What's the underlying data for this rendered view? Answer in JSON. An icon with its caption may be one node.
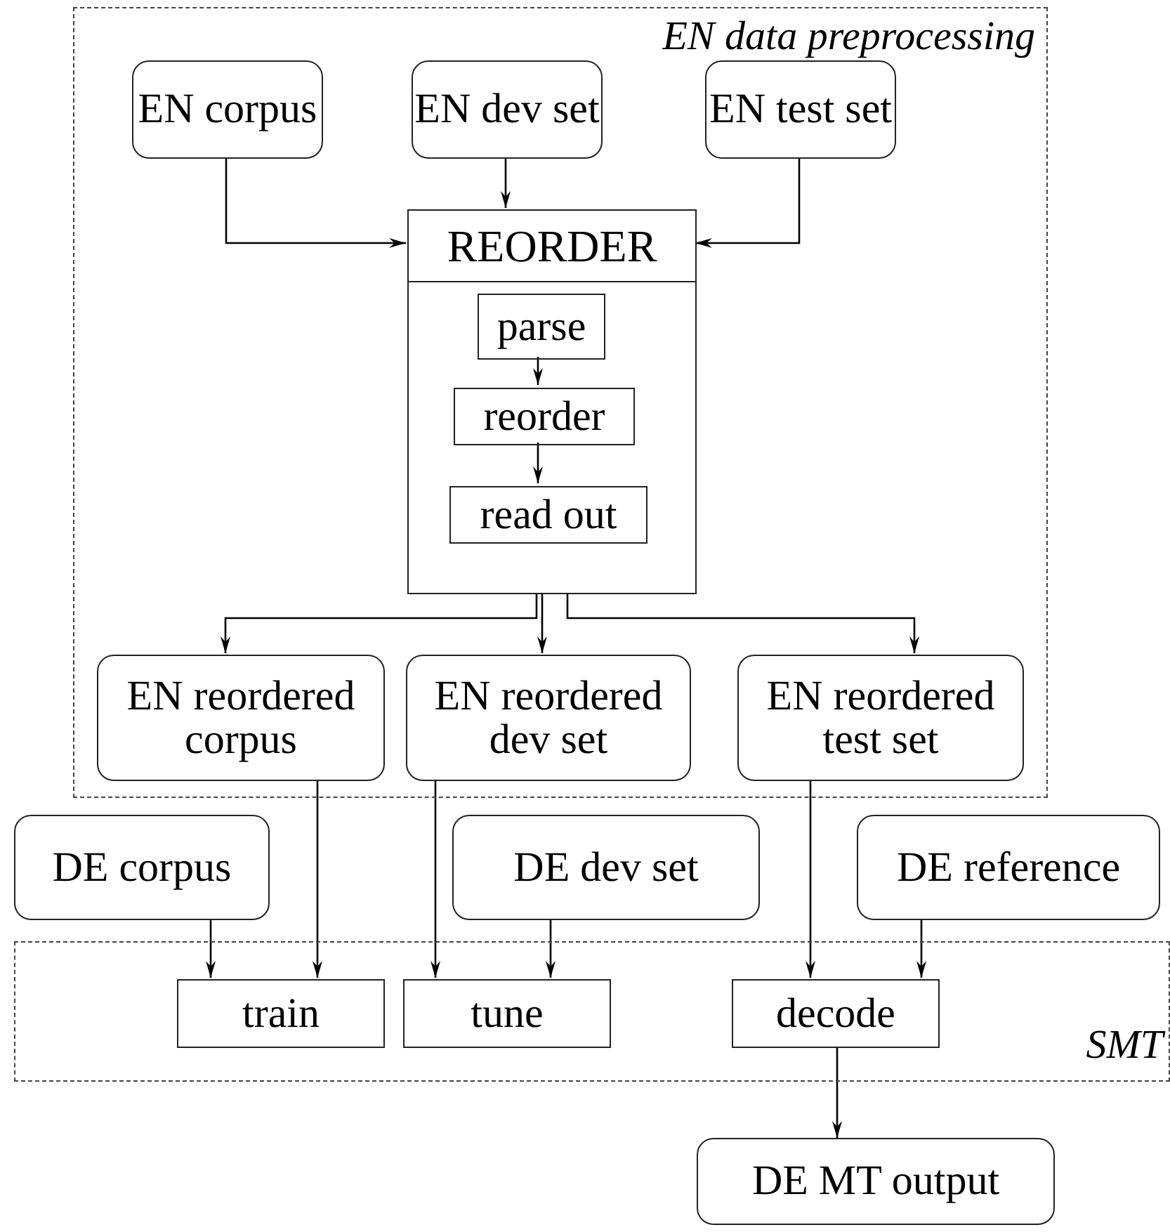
{
  "diagram": {
    "nodes": [
      {
        "text": [
          "EN data preprocessing"
        ]
      },
      {
        "text": [
          "EN corpus"
        ],
        "in": 0
      },
      {
        "text": [
          "EN dev set"
        ],
        "in": 0
      },
      {
        "text": [
          "EN test set"
        ],
        "in": 0
      },
      {
        "text": [
          "REORDER"
        ],
        "in": 0
      },
      {
        "text": [
          "parse"
        ],
        "in": 4
      },
      {
        "text": [
          "reorder"
        ],
        "in": 4
      },
      {
        "text": [
          "read out"
        ],
        "in": 4
      },
      {
        "text": [
          "EN reordered corpus"
        ],
        "in": 0
      },
      {
        "text": [
          "EN reordered dev set"
        ],
        "in": 0
      },
      {
        "text": [
          "EN reordered test set"
        ],
        "in": 0
      },
      {
        "text": [
          "DE corpus"
        ]
      },
      {
        "text": [
          "DE  dev set"
        ]
      },
      {
        "text": [
          "DE reference"
        ]
      },
      {
        "text": [
          "SMT"
        ]
      },
      {
        "text": [
          "train"
        ],
        "in": 14
      },
      {
        "text": [
          "tune"
        ],
        "in": 14
      },
      {
        "text": [
          "decode"
        ],
        "in": 14
      },
      {
        "text": [
          "DE MT  output"
        ]
      }
    ],
    "edges": [
      {
        "from": 1,
        "to": 4,
        "arrow": "to"
      },
      {
        "from": 2,
        "to": 4,
        "arrow": "to"
      },
      {
        "from": 3,
        "to": 4,
        "arrow": "to"
      },
      {
        "from": 5,
        "to": 6,
        "arrow": "to"
      },
      {
        "from": 6,
        "to": 7,
        "arrow": "to"
      },
      {
        "from": 4,
        "to": 8,
        "arrow": "to"
      },
      {
        "from": 4,
        "to": 9,
        "arrow": "to"
      },
      {
        "from": 4,
        "to": 10,
        "arrow": "to"
      },
      {
        "from": 11,
        "to": 15,
        "arrow": "to"
      },
      {
        "from": 8,
        "to": 15,
        "arrow": "to"
      },
      {
        "from": 9,
        "to": 16,
        "arrow": "to"
      },
      {
        "from": 12,
        "to": 16,
        "arrow": "to"
      },
      {
        "from": 10,
        "to": 17,
        "arrow": "to"
      },
      {
        "from": 13,
        "to": 17,
        "arrow": "to"
      },
      {
        "from": 17,
        "to": 18,
        "arrow": "to"
      }
    ]
  }
}
